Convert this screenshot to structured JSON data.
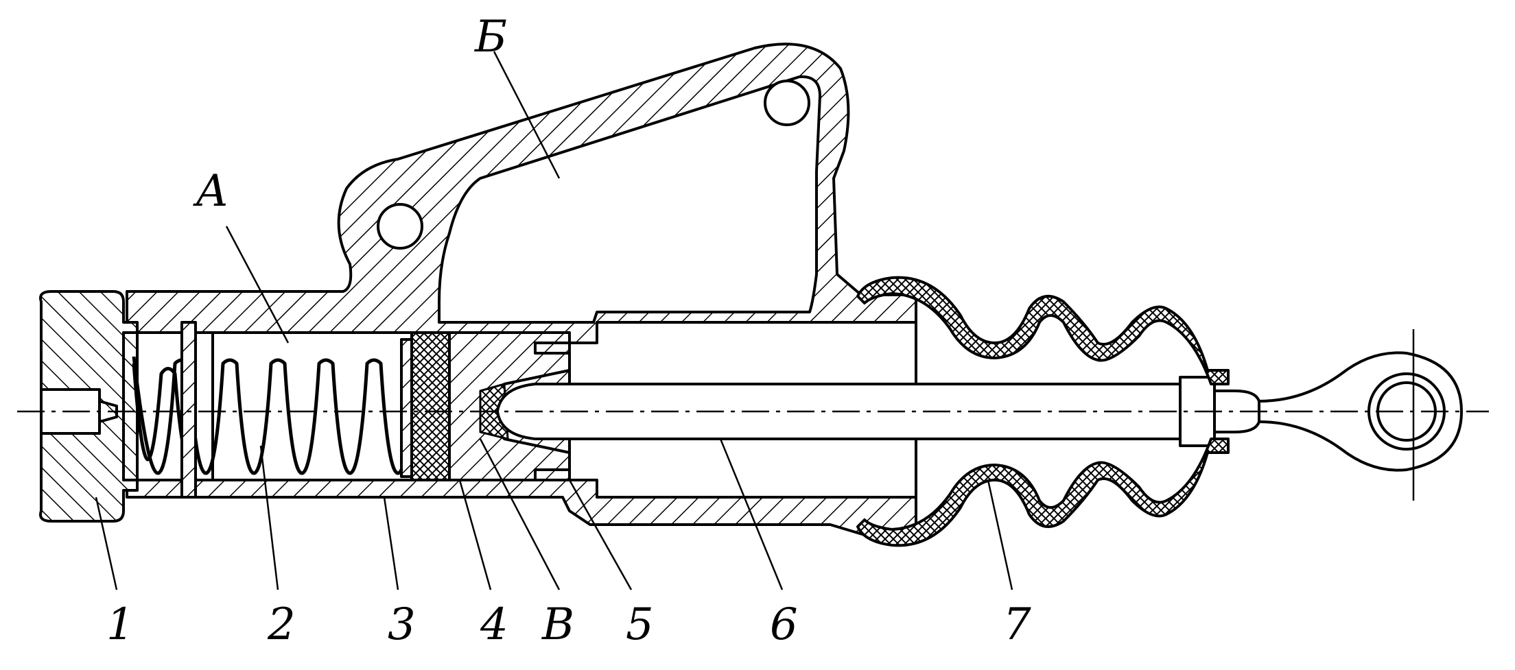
{
  "diagram": {
    "part_labels": [
      "1",
      "2",
      "3",
      "4",
      "В",
      "5",
      "6",
      "7"
    ],
    "zone_labels": [
      "А",
      "Б"
    ],
    "colors": {
      "ink": "#000000",
      "paper": "#ffffff"
    }
  }
}
